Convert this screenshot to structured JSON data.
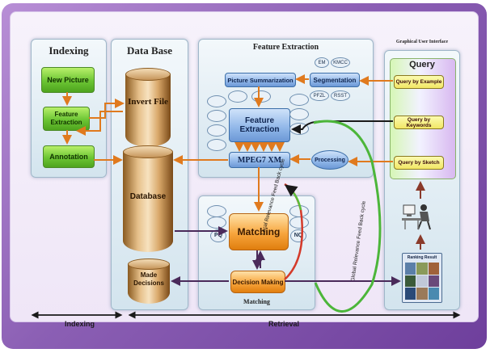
{
  "indexing": {
    "title": "Indexing",
    "new_picture": "New Picture",
    "feature_extraction": "Feature Extraction",
    "annotation": "Annotation"
  },
  "database": {
    "title": "Data Base",
    "invert_file": "Invert File",
    "database": "Database",
    "made_decisions": "Made Decisions"
  },
  "feature_extraction": {
    "title": "Feature Extraction",
    "picture_summarization": "Picture Summarization",
    "segmentation": "Segmentation",
    "feature_extraction_box": "Feature Extraction",
    "mpeg7": "MPEG7 XM",
    "processing": "Processing",
    "bubble_em": "EM",
    "bubble_kmcc": "KMCC",
    "bubble_pfzl": "PFZL",
    "bubble_rsst": "RSST"
  },
  "matching": {
    "title": "Matching",
    "matching_box": "Matching",
    "decision_making": "Decision Making",
    "pq": "PQ",
    "nq": "NQ",
    "local_feedback": "Local Relevance Feed Back cycle",
    "global_feedback": "Global Relevance Feed Back cycle"
  },
  "gui": {
    "header": "Graphical User Interface",
    "query_title": "Query",
    "by_example": "Query by Example",
    "by_keywords": "Query by Keywords",
    "by_sketch": "Query by Sketch",
    "ranking_result": "Ranking Result"
  },
  "footer": {
    "indexing": "Indexing",
    "retrieval": "Retrieval"
  },
  "colors": {
    "frame": "#8b5fb4",
    "arrow_orange": "#e07a1e",
    "arrow_purple": "#5a2a6a",
    "green_button": "#6cc534",
    "blue_button": "#8fb6e8"
  }
}
